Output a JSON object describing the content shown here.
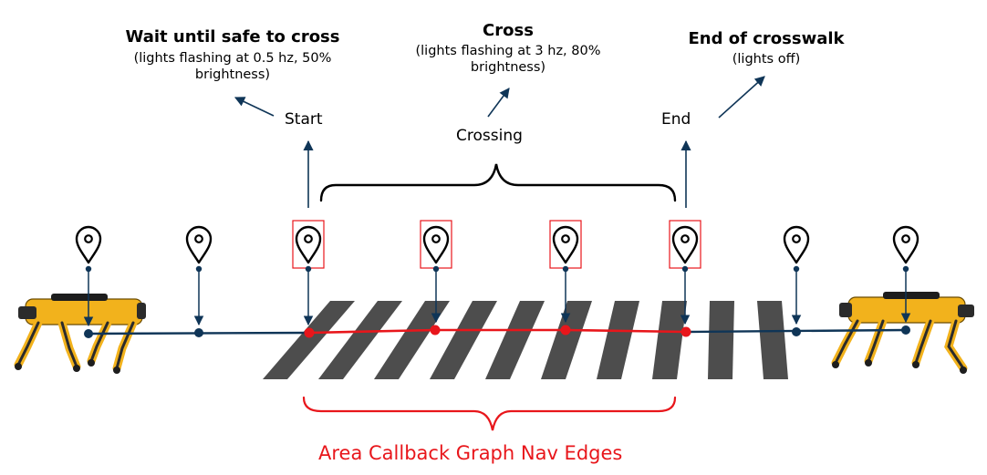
{
  "annotations": {
    "wait": {
      "title": "Wait until safe to cross",
      "subtitle": "(lights flashing at 0.5 hz, 50% brightness)"
    },
    "cross": {
      "title": "Cross",
      "subtitle": "(lights flashing at 3 hz, 80% brightness)"
    },
    "end_area": {
      "title": "End of crosswalk",
      "subtitle": "(lights off)"
    }
  },
  "labels": {
    "start": "Start",
    "crossing": "Crossing",
    "end": "End"
  },
  "caption": "Area Callback Graph Nav Edges",
  "colors": {
    "nav_edge": "#0f3557",
    "callback_edge": "#e8161b",
    "crosswalk": "#4d4d4d",
    "robot": "#f2b21c"
  },
  "icons": [
    "waypoint-pin-icon",
    "robot-dog-icon"
  ]
}
